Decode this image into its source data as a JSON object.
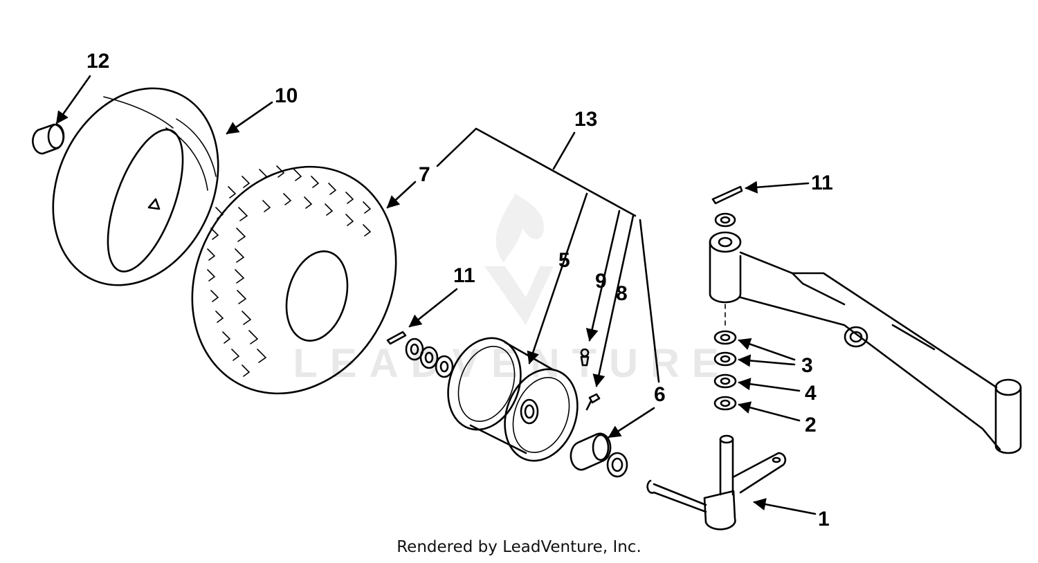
{
  "diagram": {
    "callouts": [
      {
        "id": "c12",
        "text": "12"
      },
      {
        "id": "c10",
        "text": "10"
      },
      {
        "id": "c13",
        "text": "13"
      },
      {
        "id": "c7",
        "text": "7"
      },
      {
        "id": "c11a",
        "text": "11"
      },
      {
        "id": "c11b",
        "text": "11"
      },
      {
        "id": "c5",
        "text": "5"
      },
      {
        "id": "c9",
        "text": "9"
      },
      {
        "id": "c8",
        "text": "8"
      },
      {
        "id": "c6",
        "text": "6"
      },
      {
        "id": "c3",
        "text": "3"
      },
      {
        "id": "c4",
        "text": "4"
      },
      {
        "id": "c2",
        "text": "2"
      },
      {
        "id": "c1",
        "text": "1"
      }
    ],
    "watermark": "LEADVENTURE",
    "credit": "Rendered by LeadVenture, Inc."
  }
}
